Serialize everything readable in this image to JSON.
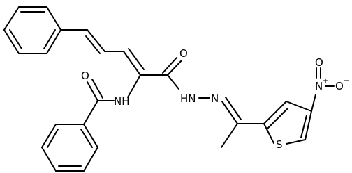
{
  "atoms": {
    "oxygen_benzamide": "O",
    "nh_amide": "NH",
    "oxygen_hydrazide": "O",
    "hn_hydrazide": "HN",
    "n_imine": "N",
    "sulfur": "S",
    "n_nitro": "N",
    "n_nitro_charge": "+",
    "oxygen_nitro_top": "O",
    "oxygen_nitro_right": "O",
    "oxygen_nitro_charge": "−"
  }
}
